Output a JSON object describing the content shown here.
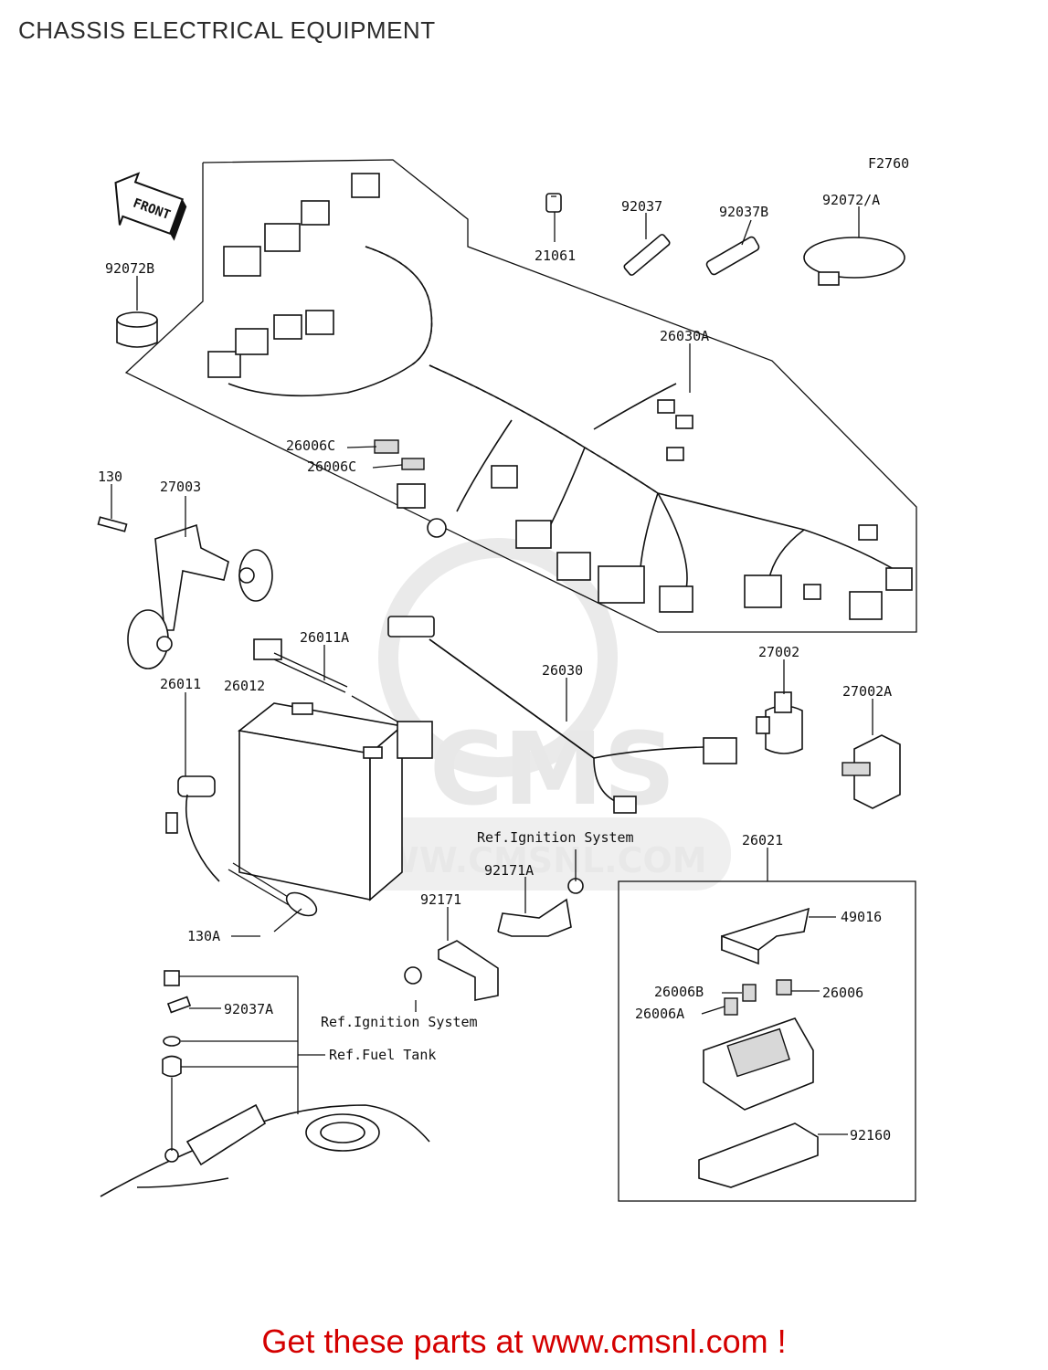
{
  "header": {
    "title": "CHASSIS ELECTRICAL EQUIPMENT"
  },
  "diagram": {
    "figure_code": "F2760",
    "front_marker": "FRONT",
    "watermark": {
      "brand": "CMS",
      "url": "WWW.CMSNL.COM"
    },
    "part_labels": {
      "p21061": "21061",
      "p92037": "92037",
      "p92037B": "92037B",
      "p92072A": "92072/A",
      "p92072B": "92072B",
      "p26030A": "26030A",
      "p26006C_1": "26006C",
      "p26006C_2": "26006C",
      "p130": "130",
      "p27003": "27003",
      "p26011A": "26011A",
      "p26011": "26011",
      "p26012": "26012",
      "p26030": "26030",
      "p27002": "27002",
      "p27002A": "27002A",
      "p92171A": "92171A",
      "p92171": "92171",
      "p26021": "26021",
      "p49016": "49016",
      "p26006B": "26006B",
      "p26006": "26006",
      "p26006A": "26006A",
      "p92160": "92160",
      "p130A": "130A",
      "p92037A": "92037A"
    },
    "references": {
      "ref_ignition_1": "Ref.Ignition System",
      "ref_ignition_2": "Ref.Ignition System",
      "ref_fuel_tank": "Ref.Fuel Tank"
    }
  },
  "footer": {
    "text": "Get these parts at www.cmsnl.com !"
  }
}
